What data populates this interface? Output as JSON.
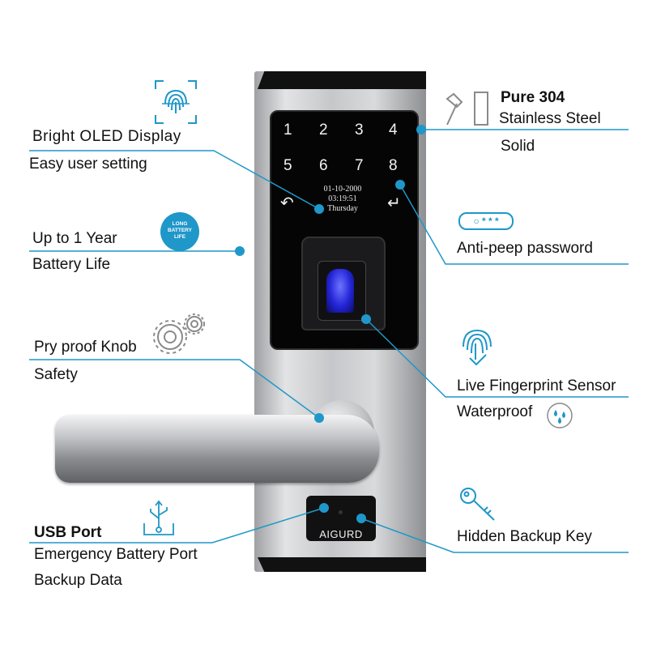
{
  "features": {
    "display_title": "Bright  OLED Display",
    "display_sub": "Easy user setting",
    "battery_title": "Up to 1 Year",
    "battery_sub": "Battery Life",
    "knob_title": "Pry proof Knob",
    "knob_sub": "Safety",
    "usb_title": "USB Port",
    "usb_sub1": "Emergency Battery Port",
    "usb_sub2": "Backup Data",
    "steel_title": "Pure 304",
    "steel_sub1": "Stainless Steel",
    "steel_sub2": "Solid",
    "antipeep": "Anti-peep password",
    "fingerprint_title": "Live Fingerprint Sensor",
    "fingerprint_sub": "Waterproof",
    "backup_key": "Hidden Backup Key"
  },
  "icons": {
    "battery_badge_line1": "LONG",
    "battery_badge_line2": "BATTERY",
    "battery_badge_line3": "LIFE",
    "password_dots": "○ * * *"
  },
  "keypad": {
    "keys": [
      "1",
      "2",
      "3",
      "4",
      "5",
      "6",
      "7",
      "8"
    ],
    "back_glyph": "↶",
    "enter_glyph": "↵"
  },
  "screen": {
    "date": "01-10-2000",
    "time": "03:19:51",
    "day": "Thursday"
  },
  "brand": "AIGURD",
  "colors": {
    "accent": "#1f97c9",
    "steel": "#c9c9cb",
    "panel": "#050505"
  }
}
